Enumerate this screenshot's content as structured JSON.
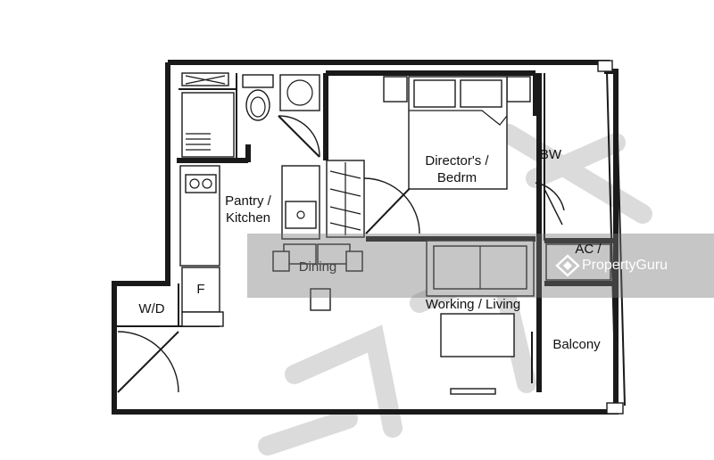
{
  "rooms": {
    "directors_bedrm": "Director's /\nBedrm",
    "bw": "BW",
    "pantry_kitchen": "Pantry /\nKitchen",
    "dining": "Dining",
    "working_living": "Working / Living",
    "ac_ledge": "AC /",
    "balcony": "Balcony",
    "wd": "W/D",
    "fridge": "F"
  },
  "watermark": {
    "brand": "PropertyGuru"
  },
  "colors": {
    "wall": "#1a1a1a",
    "watermark_band": "#787878",
    "watermark_text": "#ffffff",
    "diagonal_watermark": "#bdbdbd"
  }
}
